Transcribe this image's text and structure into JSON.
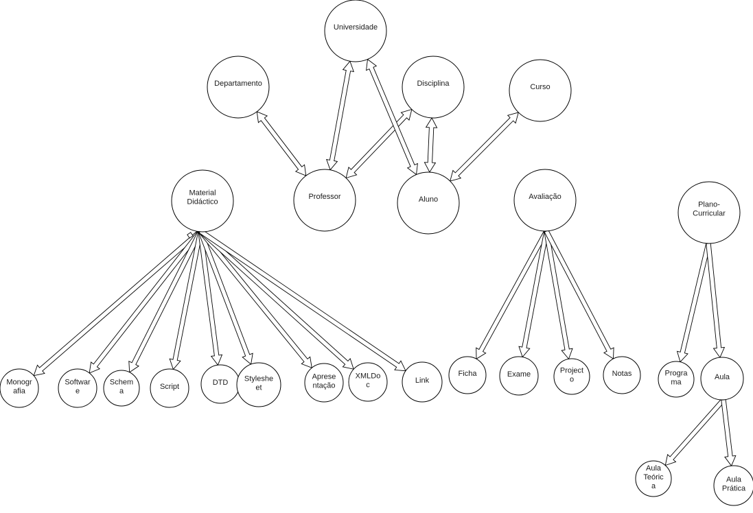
{
  "diagram": {
    "type": "entity-relationship",
    "colors": {
      "stroke": "#000000",
      "fill": "#ffffff",
      "text": "#1a1a1a"
    },
    "nodes": [
      {
        "id": "universidade",
        "label": [
          "Universidade"
        ]
      },
      {
        "id": "departamento",
        "label": [
          "Departamento"
        ]
      },
      {
        "id": "disciplina",
        "label": [
          "Disciplina"
        ]
      },
      {
        "id": "curso",
        "label": [
          "Curso"
        ]
      },
      {
        "id": "material",
        "label": [
          "Material",
          "Didáctico"
        ]
      },
      {
        "id": "professor",
        "label": [
          "Professor"
        ]
      },
      {
        "id": "aluno",
        "label": [
          "Aluno"
        ]
      },
      {
        "id": "avaliacao",
        "label": [
          "Avaliação"
        ]
      },
      {
        "id": "plano",
        "label": [
          "Plano-",
          "Curricular"
        ]
      },
      {
        "id": "monografia",
        "label": [
          "Monogr",
          "afia"
        ]
      },
      {
        "id": "software",
        "label": [
          "Softwar",
          "e"
        ]
      },
      {
        "id": "schema",
        "label": [
          "Schem",
          "a"
        ]
      },
      {
        "id": "script",
        "label": [
          "Script"
        ]
      },
      {
        "id": "dtd",
        "label": [
          "DTD"
        ]
      },
      {
        "id": "stylesheet",
        "label": [
          "Styleshe",
          "et"
        ]
      },
      {
        "id": "apresentacao",
        "label": [
          "Aprese",
          "ntação"
        ]
      },
      {
        "id": "xmldoc",
        "label": [
          "XMLDo",
          "c"
        ]
      },
      {
        "id": "link",
        "label": [
          "Link"
        ]
      },
      {
        "id": "ficha",
        "label": [
          "Ficha"
        ]
      },
      {
        "id": "exame",
        "label": [
          "Exame"
        ]
      },
      {
        "id": "projecto",
        "label": [
          "Project",
          "o"
        ]
      },
      {
        "id": "notas",
        "label": [
          "Notas"
        ]
      },
      {
        "id": "programa",
        "label": [
          "Progra",
          "ma"
        ]
      },
      {
        "id": "aula",
        "label": [
          "Aula"
        ]
      },
      {
        "id": "aula-teorica",
        "label": [
          "Aula",
          "Teóric",
          "a"
        ]
      },
      {
        "id": "aula-pratica",
        "label": [
          "Aula",
          "Prática"
        ]
      }
    ],
    "edges": [
      {
        "from": "professor",
        "to": "departamento",
        "bidirectional": true
      },
      {
        "from": "professor",
        "to": "universidade",
        "bidirectional": true
      },
      {
        "from": "professor",
        "to": "disciplina",
        "bidirectional": true
      },
      {
        "from": "universidade",
        "to": "aluno",
        "bidirectional": true
      },
      {
        "from": "disciplina",
        "to": "aluno",
        "bidirectional": true
      },
      {
        "from": "aluno",
        "to": "curso",
        "bidirectional": true
      },
      {
        "from": "material",
        "to": "monografia",
        "bidirectional": false
      },
      {
        "from": "material",
        "to": "software",
        "bidirectional": false
      },
      {
        "from": "material",
        "to": "schema",
        "bidirectional": false
      },
      {
        "from": "material",
        "to": "script",
        "bidirectional": false
      },
      {
        "from": "material",
        "to": "dtd",
        "bidirectional": false
      },
      {
        "from": "material",
        "to": "stylesheet",
        "bidirectional": false
      },
      {
        "from": "material",
        "to": "apresentacao",
        "bidirectional": false
      },
      {
        "from": "material",
        "to": "xmldoc",
        "bidirectional": false
      },
      {
        "from": "material",
        "to": "link",
        "bidirectional": false
      },
      {
        "from": "avaliacao",
        "to": "ficha",
        "bidirectional": false
      },
      {
        "from": "avaliacao",
        "to": "exame",
        "bidirectional": false
      },
      {
        "from": "avaliacao",
        "to": "projecto",
        "bidirectional": false
      },
      {
        "from": "avaliacao",
        "to": "notas",
        "bidirectional": false
      },
      {
        "from": "plano",
        "to": "programa",
        "bidirectional": false
      },
      {
        "from": "plano",
        "to": "aula",
        "bidirectional": false
      },
      {
        "from": "aula",
        "to": "aula-teorica",
        "bidirectional": false
      },
      {
        "from": "aula",
        "to": "aula-pratica",
        "bidirectional": false
      }
    ]
  }
}
